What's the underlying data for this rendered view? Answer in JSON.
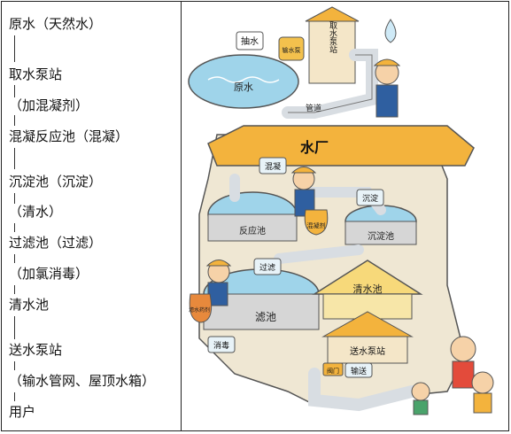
{
  "flow_steps": [
    "原水（天然水）",
    "取水泵站",
    "（加混凝剂）",
    "混凝反应池（混凝）",
    "沉淀池（沉淀）",
    "（清水）",
    "过滤池（过滤）",
    "（加氯消毒）",
    "清水池",
    "送水泵站",
    "（输水管网、屋顶水箱）",
    "用户"
  ],
  "illustration": {
    "pump_label": "抽水",
    "intake_station": "取水泵站",
    "pump_machine": "输水泵",
    "raw_water": "原水",
    "pipe": "管道",
    "plant_title": "水厂",
    "coagulation_tag": "混凝",
    "sediment_tag": "沉淀",
    "reaction_tank": "反应池",
    "sedimentation_tank": "沉淀池",
    "coagulant_bag": "混凝剂",
    "filter_tag": "过滤",
    "purifier_bag": "滤水药剂",
    "filter_tank": "滤池",
    "clear_tank": "清水池",
    "disinfect_tag": "消毒",
    "delivery_station": "送水泵站",
    "transport_tag": "输送",
    "valve_tag": "阀门"
  },
  "colors": {
    "water": "#9fd4ea",
    "roof": "#f3b33d",
    "pipe": "#d8dde2",
    "wall": "#f4e6c8",
    "tag_bg": "#e8f3f8"
  }
}
